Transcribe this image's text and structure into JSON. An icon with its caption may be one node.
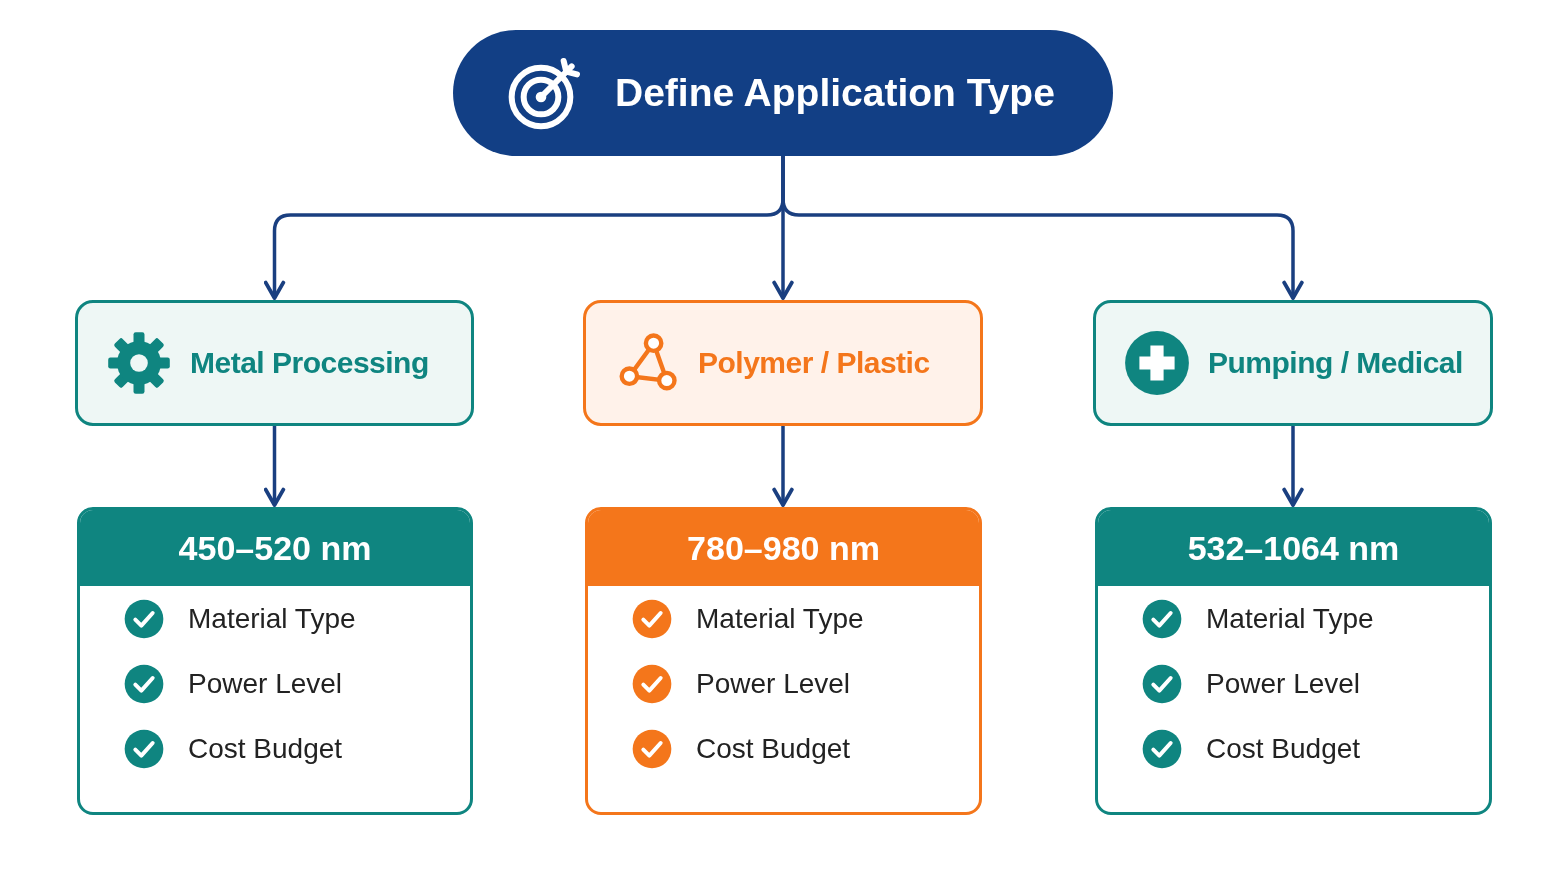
{
  "diagram": {
    "nodes": [
      {
        "text": [
          "Define Application Type"
        ]
      },
      {
        "text": [
          "Metal Processing"
        ]
      },
      {
        "text": [
          "Polymer / Plastic"
        ]
      },
      {
        "text": [
          "Pumping / Medical"
        ]
      },
      {
        "text": [
          "450–520 nm",
          "Material Type",
          "Power Level",
          "Cost Budget"
        ]
      },
      {
        "text": [
          "780–980 nm",
          "Material Type",
          "Power Level",
          "Cost Budget"
        ]
      },
      {
        "text": [
          "532–1064 nm",
          "Material Type",
          "Power Level",
          "Cost Budget"
        ]
      }
    ],
    "edges": [
      {
        "from": 0,
        "to": 1,
        "arrow": "to"
      },
      {
        "from": 0,
        "to": 2,
        "arrow": "to"
      },
      {
        "from": 0,
        "to": 3,
        "arrow": "to"
      },
      {
        "from": 1,
        "to": 4,
        "arrow": "to"
      },
      {
        "from": 2,
        "to": 5,
        "arrow": "to"
      },
      {
        "from": 3,
        "to": 6,
        "arrow": "to"
      }
    ]
  }
}
